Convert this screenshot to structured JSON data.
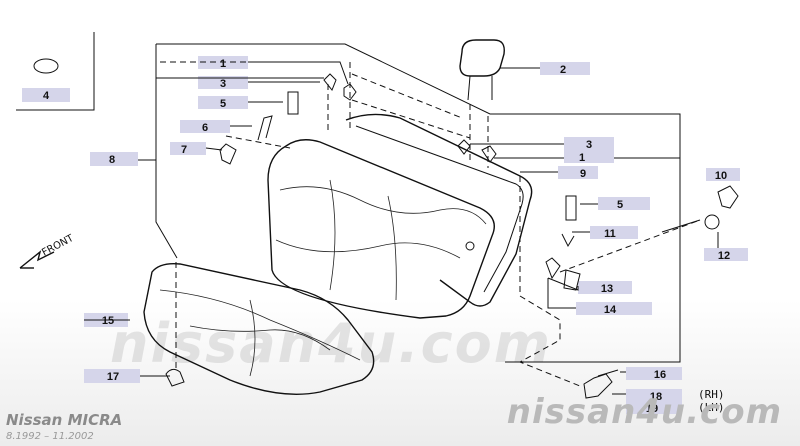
{
  "diagram": {
    "callouts": [
      "4",
      "1",
      "3",
      "5",
      "6",
      "7",
      "8",
      "2",
      "3",
      "1",
      "9",
      "5",
      "11",
      "10",
      "12",
      "13",
      "14",
      "15",
      "17",
      "16",
      "18",
      "19"
    ],
    "side_labels": [
      "(RH)",
      "(LH)"
    ],
    "front_label": "FRONT"
  },
  "watermark": {
    "main": "nissan4u.com",
    "ghost": "nissan4u.com"
  },
  "model": {
    "name": "Nissan MICRA",
    "period": "8.1992 – 11.2002"
  }
}
